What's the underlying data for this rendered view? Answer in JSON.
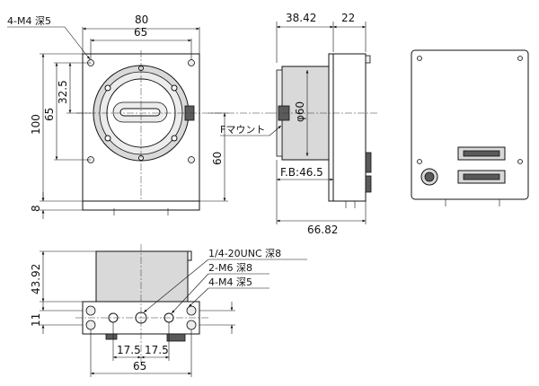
{
  "front_view": {
    "hole_spec": "4-M4 深5",
    "dim_width_outer": "80",
    "dim_width_inner": "65",
    "dim_height_outer": "100",
    "dim_height_inner": "65",
    "dim_half": "32.5",
    "dim_bottom": "8",
    "dim_center_height": "60"
  },
  "side_view": {
    "dim_body": "38.42",
    "dim_rear": "22",
    "dim_diameter": "φ60",
    "mount_label": "Fマウント",
    "flange_back": "F.B:46.5",
    "dim_total": "66.82"
  },
  "bottom_view": {
    "dim_height": "43.92",
    "dim_offset": "11",
    "tripod_spec": "1/4-20UNC 深8",
    "m6_spec": "2-M6 深8",
    "m4_spec": "4-M4 深5",
    "dim_pitch_left": "17.5",
    "dim_pitch_right": "17.5",
    "dim_width": "65"
  }
}
